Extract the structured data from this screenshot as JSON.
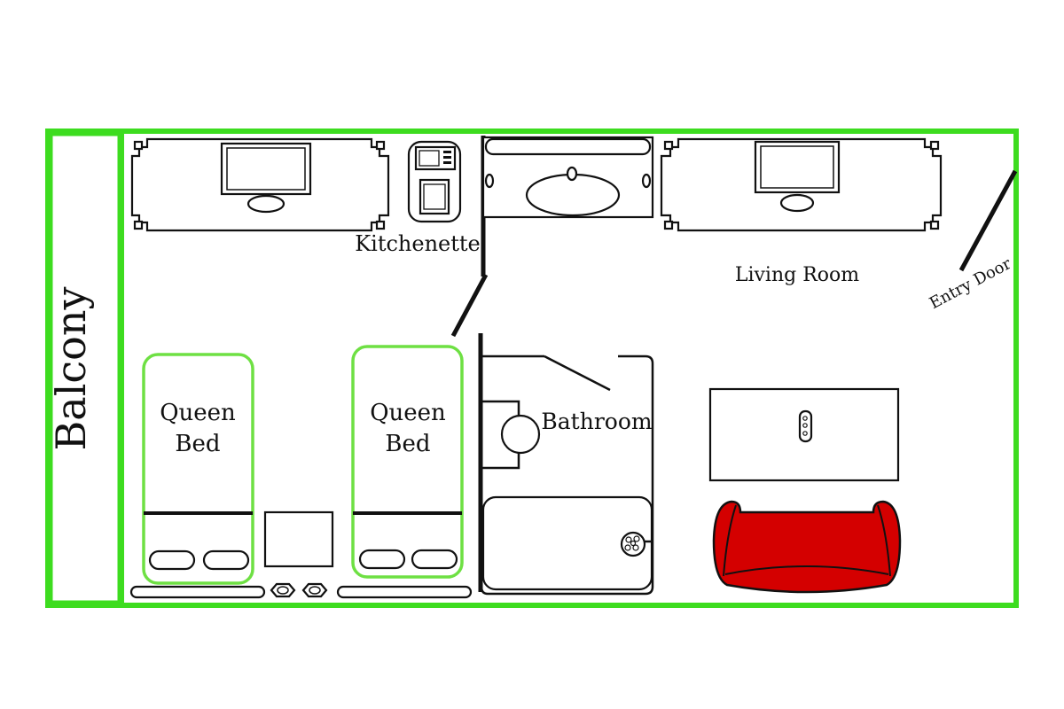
{
  "labels": {
    "balcony": "Balcony",
    "kitchenette": "Kitchenette",
    "living_room": "Living Room",
    "entry_door": "Entry Door",
    "bathroom": "Bathroom",
    "queen_bed_1_line1": "Queen",
    "queen_bed_1_line2": "Bed",
    "queen_bed_2_line1": "Queen",
    "queen_bed_2_line2": "Bed"
  },
  "colors": {
    "wall": "#3ddc1f",
    "bed_outline": "#6ee043",
    "line": "#111111",
    "sofa": "#d40000",
    "background": "#ffffff"
  },
  "icons": {
    "tv": "tv-icon",
    "microwave": "microwave-icon",
    "sink": "sink-icon",
    "toilet": "toilet-icon",
    "bathtub": "bathtub-icon",
    "sofa": "sofa-icon",
    "remote": "remote-icon"
  }
}
